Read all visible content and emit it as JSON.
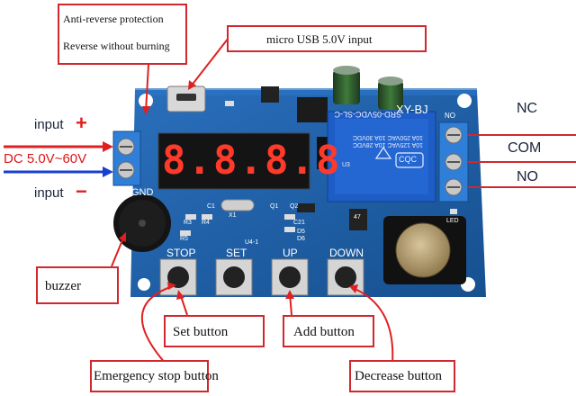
{
  "callouts": {
    "protection_line1": "Anti-reverse protection",
    "protection_line2": "Reverse without burning",
    "usb": "micro USB 5.0V input",
    "buzzer": "buzzer",
    "set_button": "Set button",
    "add_button": "Add button",
    "emergency_stop": "Emergency stop button",
    "decrease_button": "Decrease button"
  },
  "power_labels": {
    "input_plus": "input",
    "plus_sign": "+",
    "voltage": "DC 5.0V~60V",
    "input_minus": "input",
    "minus_sign": "−"
  },
  "relay_labels": {
    "nc": "NC",
    "com": "COM",
    "no": "NO"
  },
  "board": {
    "model": "XY-BJ",
    "display_digits": "8.8.8.8",
    "gnd": "GND",
    "relay_text_1": "SRD-05VDC-SL-C",
    "relay_text_2": "10A 250VAC  10A 30VDC",
    "relay_text_3": "10A 125VAC  10A 28VDC",
    "cqc": "CQC",
    "button_labels": [
      "STOP",
      "SET",
      "UP",
      "DOWN"
    ],
    "small_labels": [
      "R3",
      "R4",
      "R5",
      "C1",
      "X1",
      "Q1",
      "Q2",
      "C21",
      "D5",
      "D6",
      "U4-1",
      "U3",
      "LED",
      "NO",
      "47"
    ]
  },
  "colors": {
    "callout_border": "#d0282e",
    "arrow_red": "#e02020",
    "arrow_blue": "#1a3fd0",
    "pcb_blue": "#1d5fa8",
    "terminal_blue": "#2f7fd8",
    "display_red": "#ff3a2a"
  }
}
